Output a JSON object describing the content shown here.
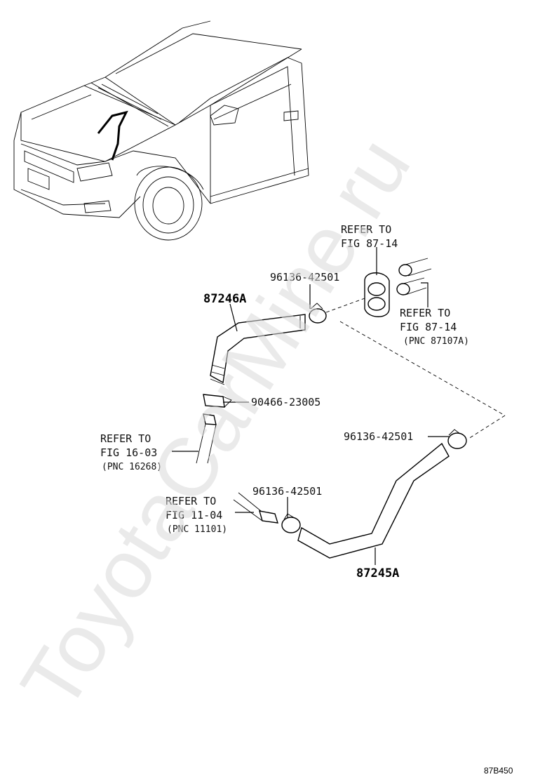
{
  "watermark": "ToyotaCarMine.ru",
  "diagram_code": "87B450",
  "callouts": {
    "refer_top_1": "REFER TO",
    "refer_top_2": "FIG 87-14",
    "refer_right_1": "REFER TO",
    "refer_right_2": "FIG 87-14",
    "refer_right_3": "(PNC 87107A)",
    "refer_left_1": "REFER TO",
    "refer_left_2": "FIG 16-03",
    "refer_left_3": "(PNC 16268)",
    "refer_bottom_1": "REFER TO",
    "refer_bottom_2": "FIG 11-04",
    "refer_bottom_3": "(PNC 11101)"
  },
  "parts": {
    "hose_upper": "87246A",
    "hose_lower": "87245A",
    "clamp_top": "96136-42501",
    "clamp_right": "96136-42501",
    "clamp_bottom": "96136-42501",
    "clip_mid": "90466-23005"
  }
}
